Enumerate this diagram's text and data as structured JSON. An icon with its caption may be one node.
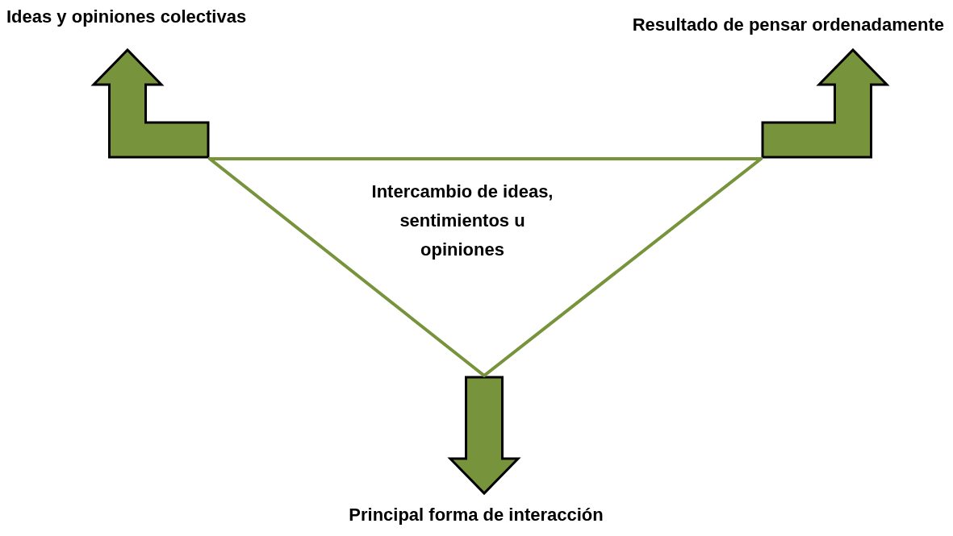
{
  "diagram": {
    "nodes": [
      {
        "text": [
          "Ideas y opiniones colectivas"
        ]
      },
      {
        "text": [
          "Resultado de pensar ordenadamente"
        ]
      },
      {
        "text": [
          "Intercambio de ideas, sentimientos u opiniones"
        ]
      },
      {
        "text": [
          "Principal forma de interacción"
        ]
      }
    ],
    "edges": [
      {
        "from": 2,
        "to": 0,
        "arrow": "to",
        "style": "thick"
      },
      {
        "from": 2,
        "to": 1,
        "arrow": "to",
        "style": "thick"
      },
      {
        "from": 2,
        "to": 3,
        "arrow": "to",
        "style": "thick"
      }
    ]
  }
}
